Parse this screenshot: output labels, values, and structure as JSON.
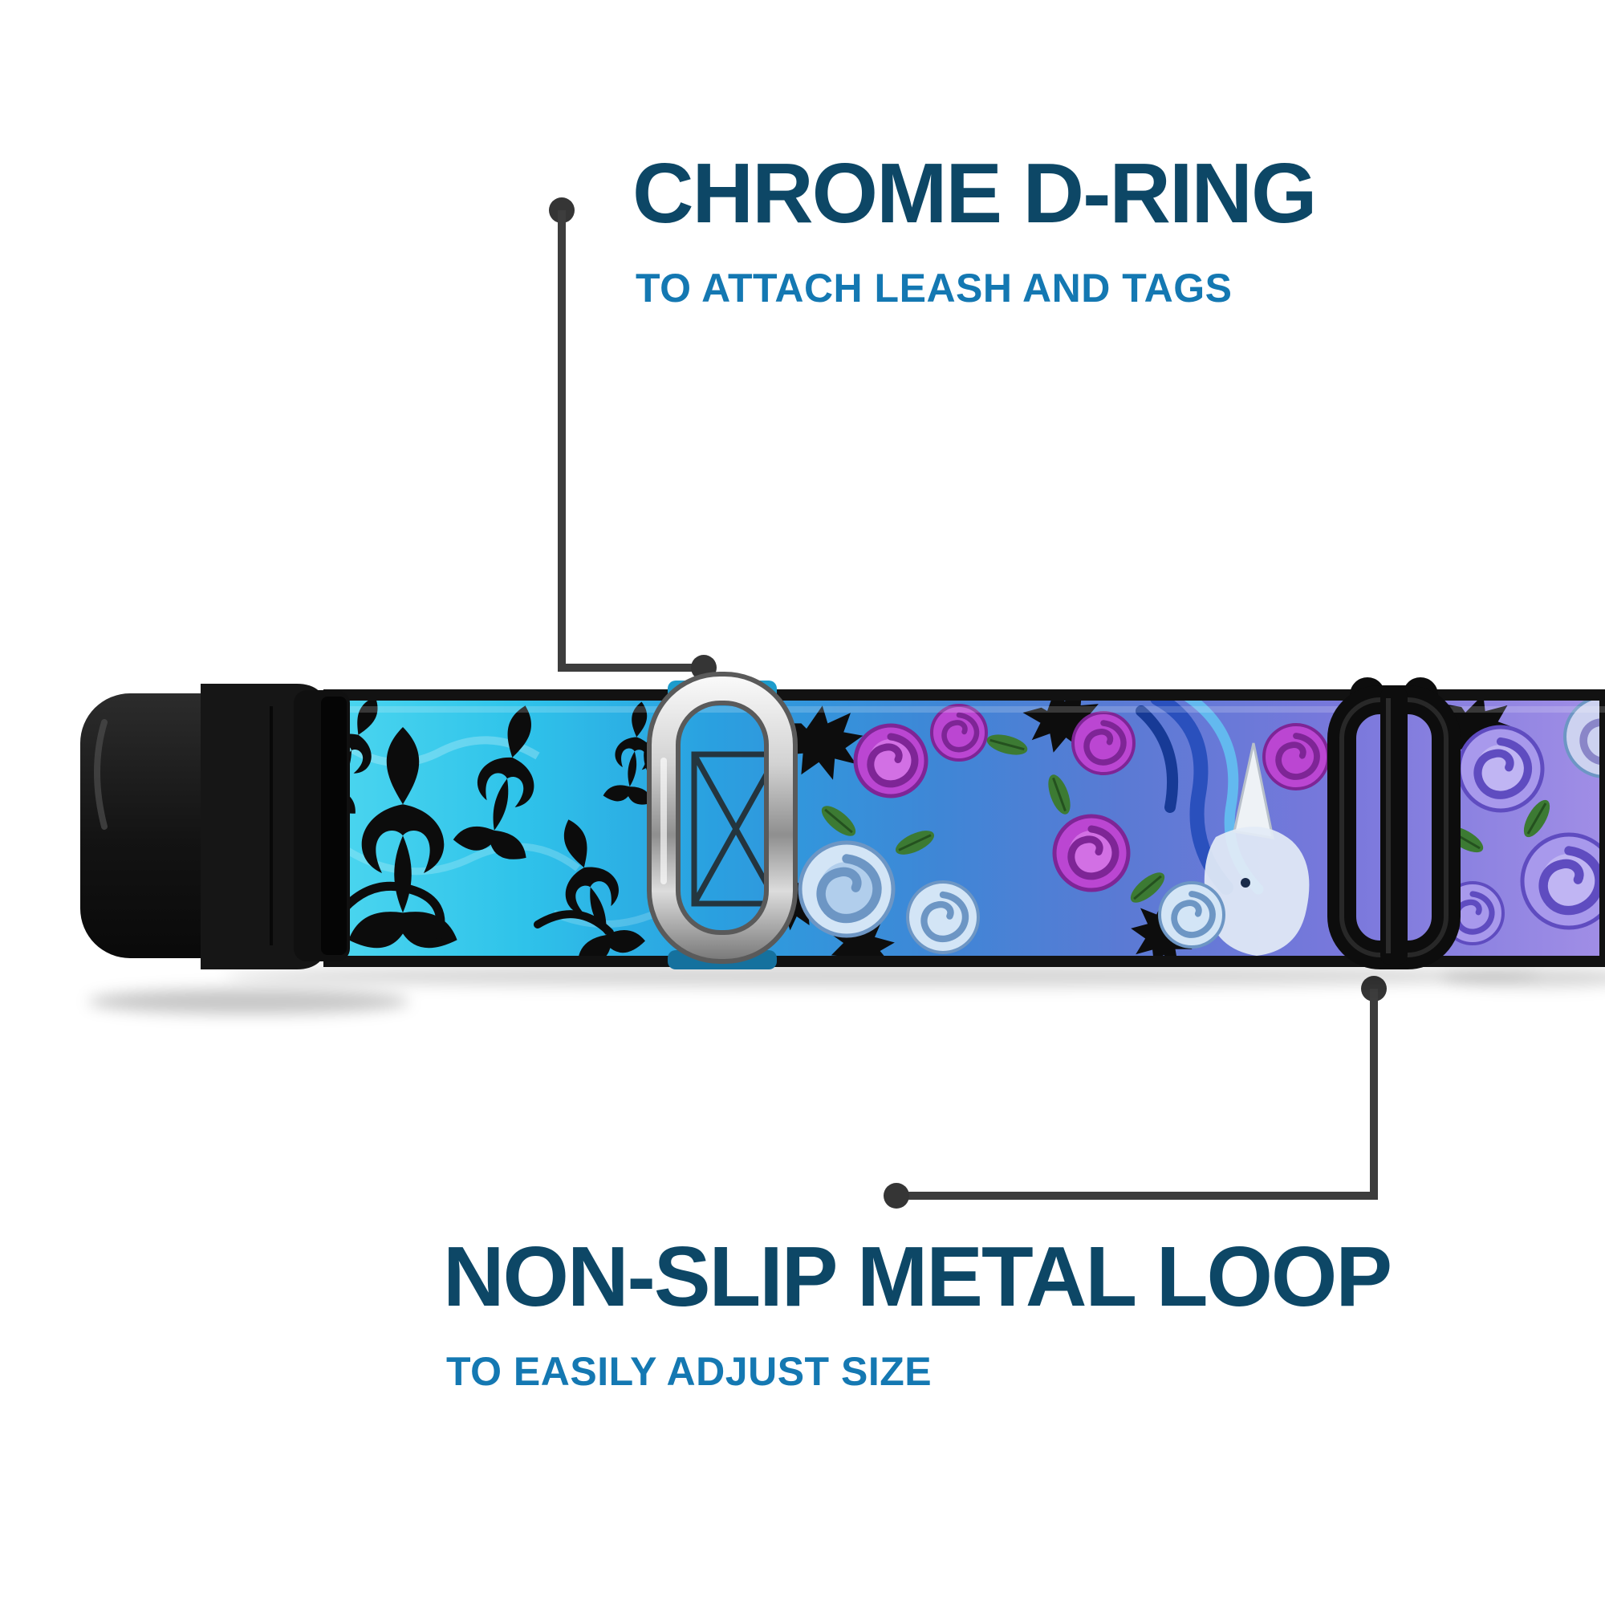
{
  "callouts": {
    "dring": {
      "title": "CHROME D-RING",
      "subtitle": "TO ATTACH LEASH AND TAGS"
    },
    "loop": {
      "title": "NON-SLIP METAL LOOP",
      "subtitle": "TO EASILY ADJUST SIZE"
    }
  },
  "colors": {
    "title_text": "#0d4766",
    "subtitle_text": "#1478b2",
    "connector": "#3a3a3a",
    "webbing_cyan": "#3ecbe9",
    "webbing_blue": "#3a85d8",
    "webbing_purple": "#8f7fe0",
    "rose_magenta": "#bb46d2",
    "rose_light_blue": "#d3e5f6",
    "rose_lavender": "#a899ec",
    "chrome_ring": "#c9c9c9",
    "hardware_black": "#141414"
  }
}
